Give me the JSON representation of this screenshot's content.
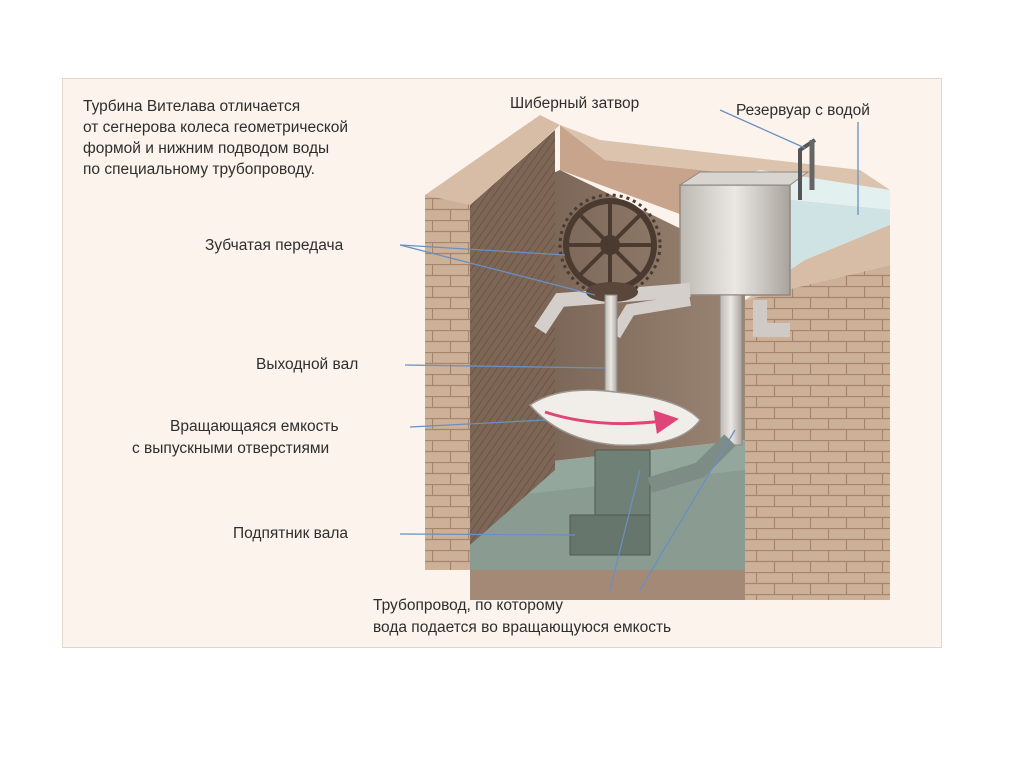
{
  "intro": [
    "Турбина Вителава отличается",
    "от сегнерова колеса геометрической",
    "формой и нижним подводом воды",
    "по специальному трубопроводу."
  ],
  "labels": {
    "gate": "Шиберный затвор",
    "reservoir": "Резервуар с водой",
    "gear": "Зубчатая передача",
    "shaft": "Выходной вал",
    "vessel_1": "Вращающаяся емкость",
    "vessel_2": "с выпускными отверстиями",
    "bearing": "Подпятник вала",
    "pipe_1": "Трубопровод,  по которому",
    "pipe_2": "вода подается во вращающуюся емкость"
  },
  "colors": {
    "frame_bg": "#fbf3ec",
    "brick": "#c8a88e",
    "brick_dark": "#8f6b55",
    "leader": "#6a8fc0",
    "water": "#cfe3e4",
    "flow_arrow": "#e0457a"
  }
}
